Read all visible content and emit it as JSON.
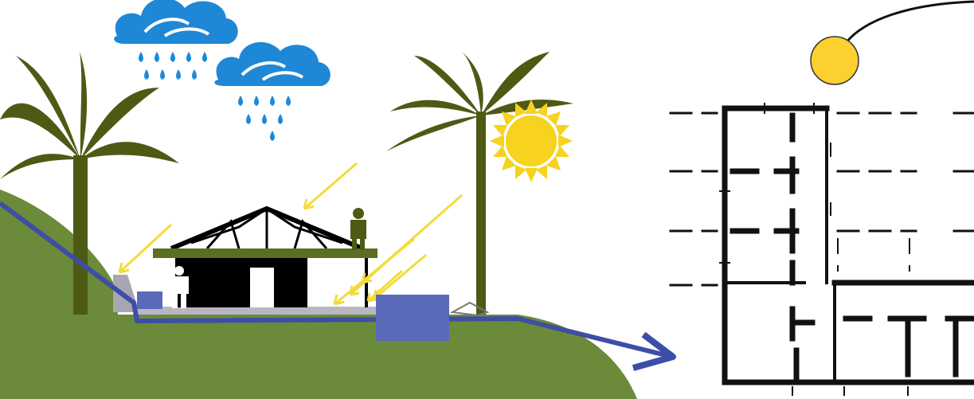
{
  "diagram": {
    "left_panel": {
      "elements": [
        "rain-cloud",
        "rain-cloud",
        "palm-tree",
        "palm-tree",
        "sun",
        "house",
        "person",
        "person",
        "water-tank",
        "water-tank",
        "hill",
        "drainage-flow-arrow"
      ],
      "arrow_count": 7
    },
    "right_panel": {
      "elements": [
        "sun",
        "sun-path-arc",
        "floor-plan"
      ]
    }
  },
  "colors": {
    "hill": "#6b8a3a",
    "palm": "#4d5a14",
    "rain": "#1e88d6",
    "sun": "#f7d21e",
    "sun_small": "#fcd02f",
    "arrow": "#f2dc3a",
    "flow": "#3d4ea6",
    "tank": "#5a6ab8",
    "ground_strip": "#b9b6c4",
    "house": "#000000",
    "roof_band": "#5c6e22",
    "plan": "#111111"
  }
}
